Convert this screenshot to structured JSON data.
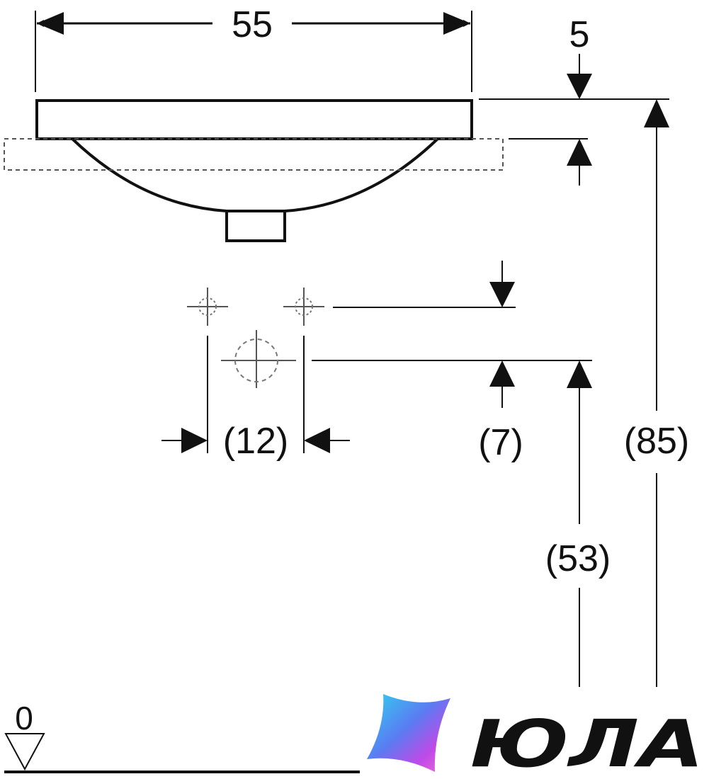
{
  "dimensions": {
    "width": "55",
    "top_offset": "5",
    "tap_spacing": "(12)",
    "tap_rise": "(7)",
    "drain_height": "(53)",
    "total_height": "(85)",
    "floor_level": "0"
  },
  "logo": {
    "text": "ЮЛА"
  },
  "colors": {
    "line": "#111111",
    "dashed": "#555555",
    "logo_gradient": [
      "#2fd4f0",
      "#5a7cf2",
      "#c04ae8",
      "#f06ad4"
    ]
  }
}
